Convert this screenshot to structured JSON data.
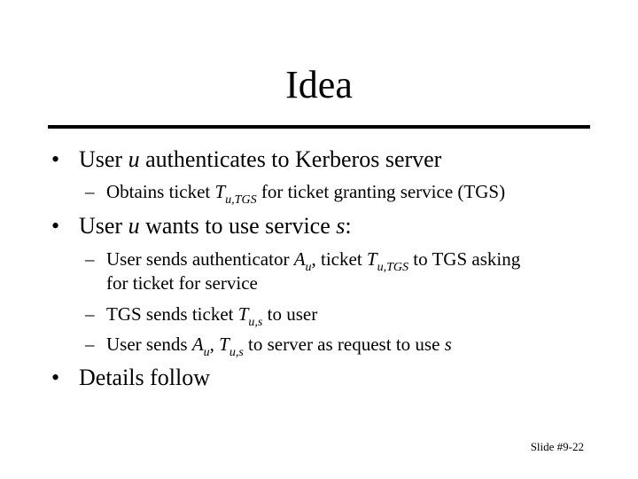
{
  "slide": {
    "title": "Idea",
    "bullets": [
      {
        "parts": [
          "User ",
          "u",
          " authenticates to Kerberos server"
        ],
        "subs": [
          {
            "parts": [
              "Obtains ticket ",
              "T",
              "u,TGS",
              " for ticket granting service (TGS)"
            ]
          }
        ]
      },
      {
        "parts": [
          "User ",
          "u",
          " wants to use service ",
          "s",
          ":"
        ],
        "subs": [
          {
            "line1": [
              "User sends authenticator ",
              "A",
              "u",
              ", ticket ",
              "T",
              "u,TGS",
              " to TGS asking"
            ],
            "line2": "for ticket for service"
          },
          {
            "parts": [
              "TGS sends ticket ",
              "T",
              "u,s",
              " to user"
            ]
          },
          {
            "parts": [
              "User sends ",
              "A",
              "u",
              ", ",
              "T",
              "u,s",
              " to server as request to use ",
              "s"
            ]
          }
        ]
      },
      {
        "parts": [
          "Details follow"
        ]
      }
    ],
    "bullet_symbol": "•",
    "dash_symbol": "–",
    "footer": "Slide #9-22"
  }
}
